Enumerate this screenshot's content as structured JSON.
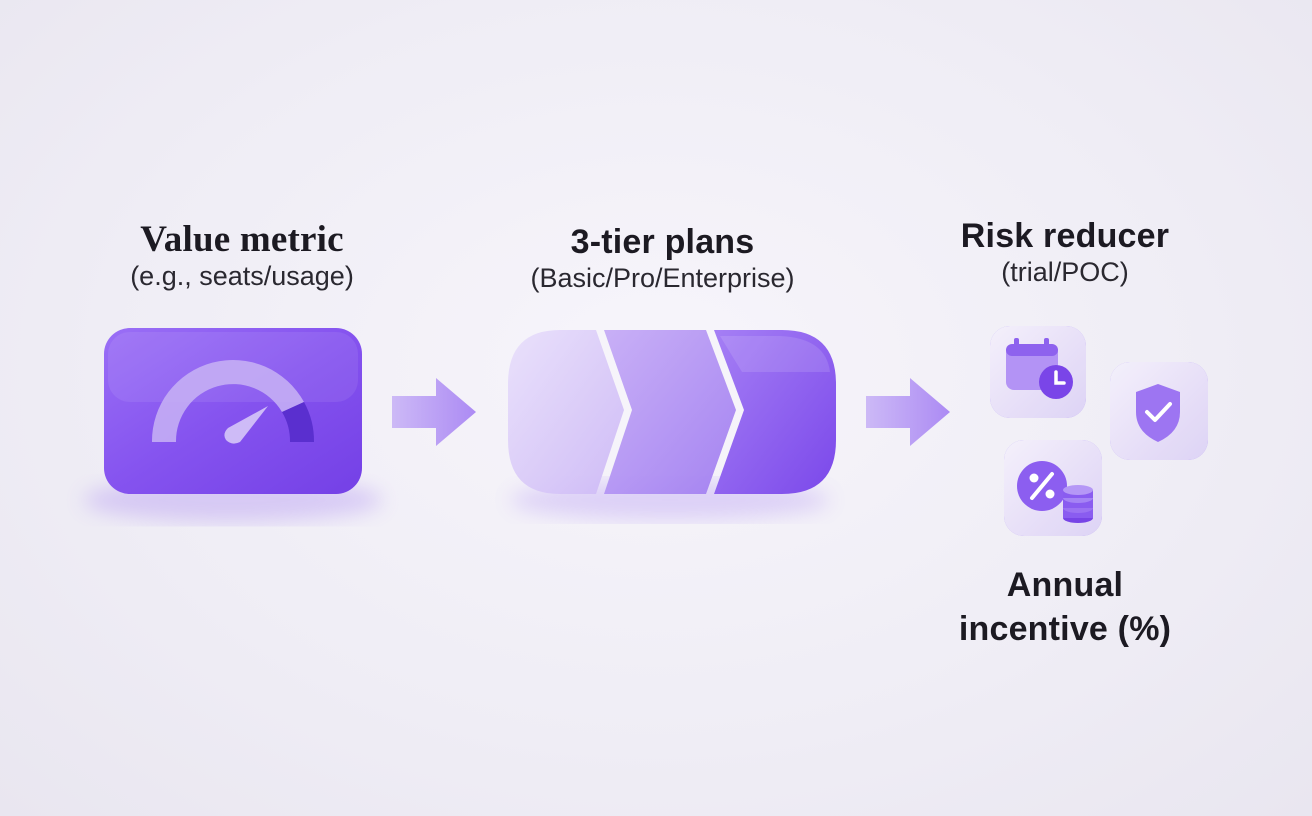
{
  "steps": [
    {
      "title": "Value metric",
      "subtitle": "(e.g., seats/usage)",
      "icon": "gauge-icon"
    },
    {
      "title": "3-tier plans",
      "subtitle": "(Basic/Pro/Enterprise)",
      "icon": "tier-chevrons-icon"
    },
    {
      "title": "Risk reducer",
      "subtitle": "(trial/POC)",
      "icon": "calendar-clock-icon"
    }
  ],
  "annual": {
    "line1": "Annual",
    "line2": "incentive (%)",
    "icon": "percent-coins-icon"
  },
  "extra_icons": [
    "shield-check-icon"
  ],
  "colors": {
    "accent": "#8a5cf0",
    "accent_dark": "#6d3fe0",
    "accent_light": "#c9b6f7",
    "background": "#efedf5"
  }
}
